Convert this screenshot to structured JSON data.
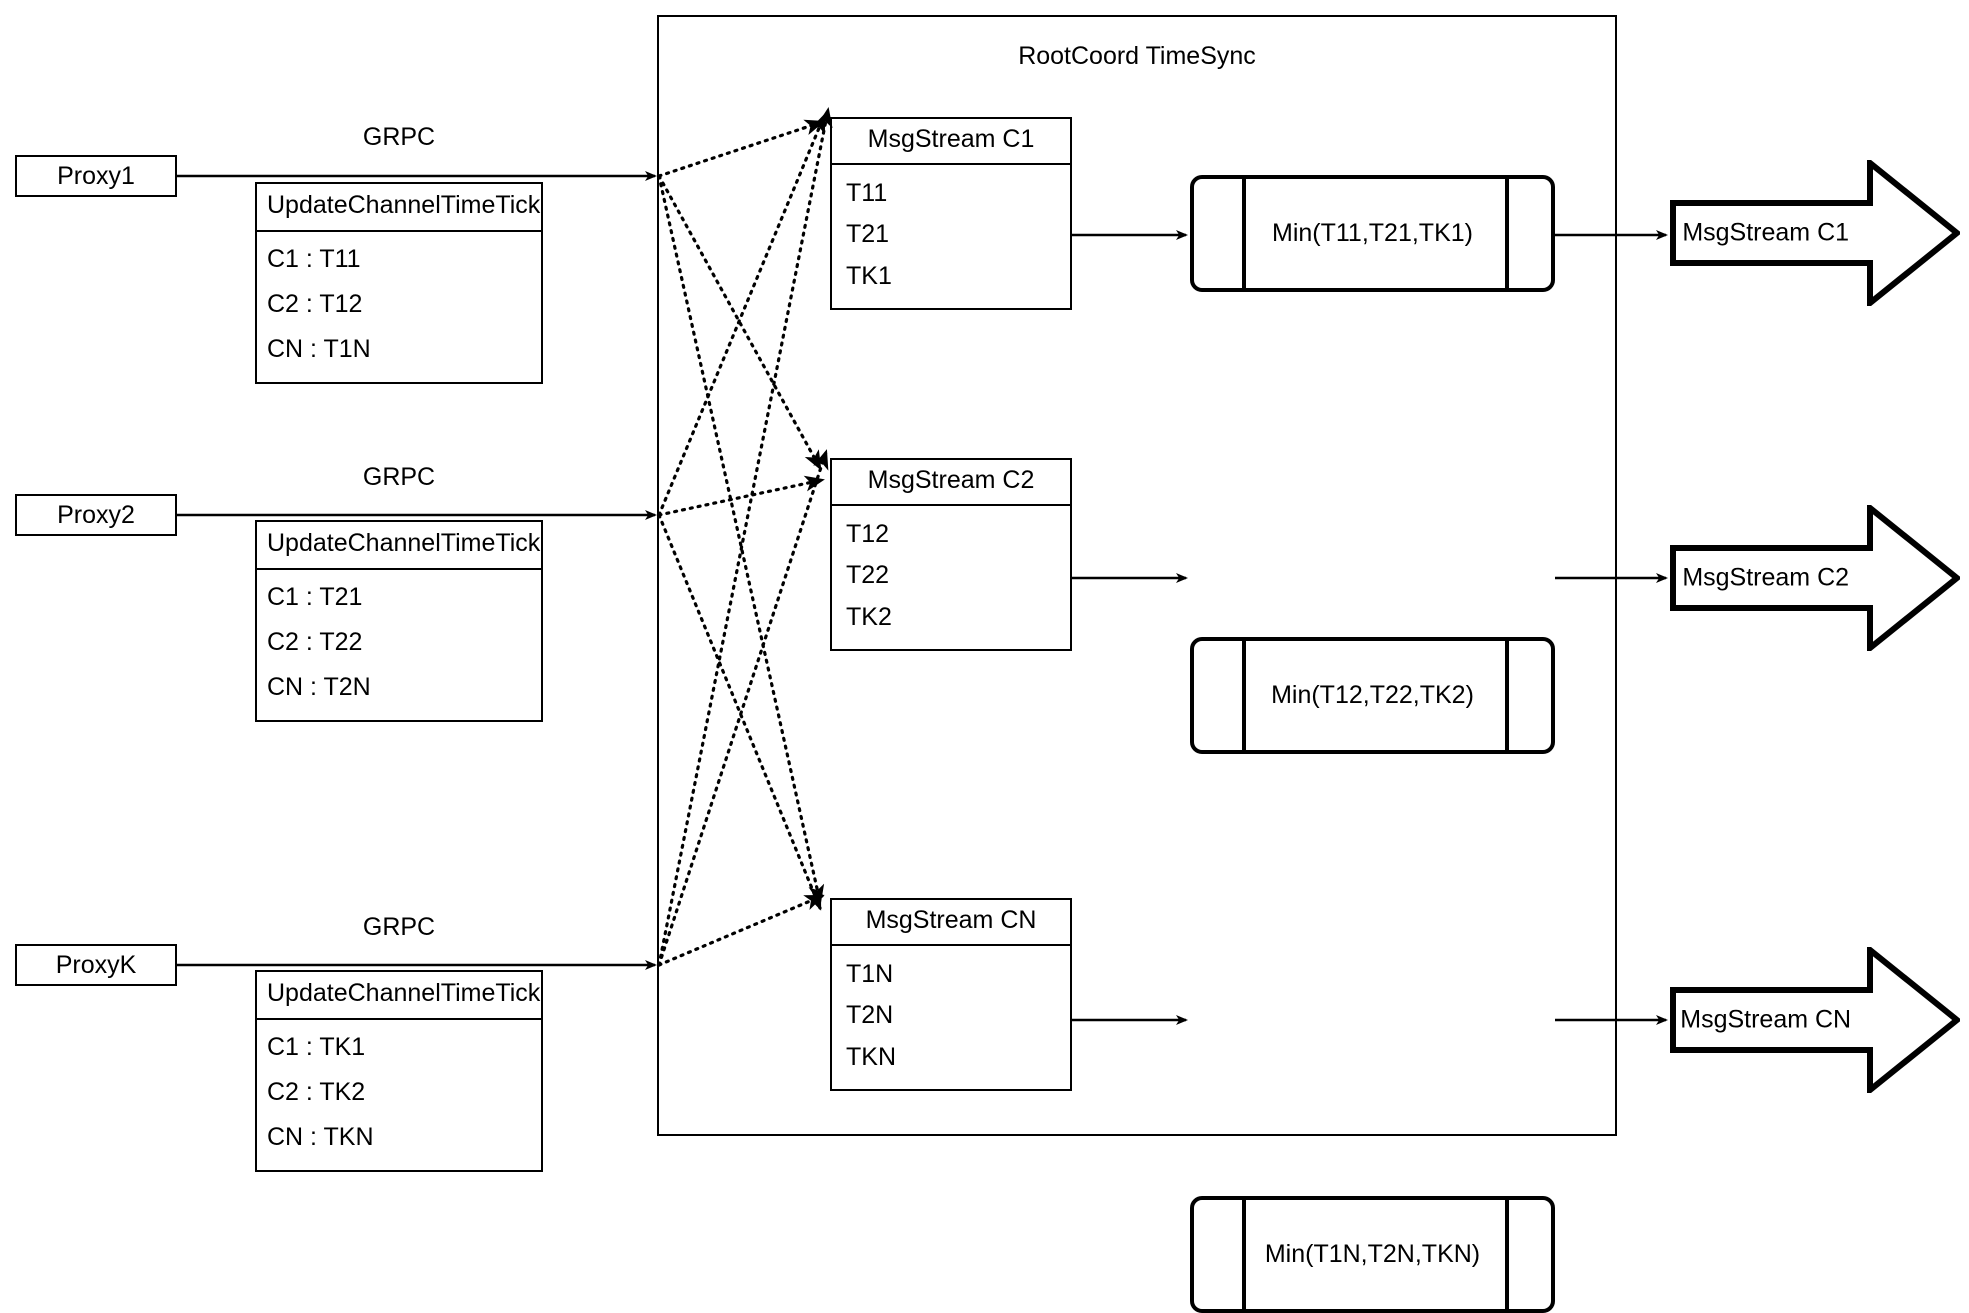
{
  "diagram": {
    "container": {
      "title": "RootCoord TimeSync"
    },
    "connector_label": "GRPC",
    "rows": [
      {
        "proxy": "Proxy1",
        "grpc": "GRPC",
        "update_table": {
          "header": "UpdateChannelTimeTick",
          "rows": [
            "C1 :  T11",
            "C2 :  T12",
            "CN : T1N"
          ]
        },
        "msgstream": {
          "header": "MsgStream C1",
          "rows": [
            "T11",
            "T21",
            "TK1"
          ]
        },
        "min": "Min(T11,T21,TK1)",
        "output": "MsgStream C1"
      },
      {
        "proxy": "Proxy2",
        "grpc": "GRPC",
        "update_table": {
          "header": "UpdateChannelTimeTick",
          "rows": [
            "C1 :  T21",
            "C2 :  T22",
            "CN : T2N"
          ]
        },
        "msgstream": {
          "header": "MsgStream C2",
          "rows": [
            "T12",
            "T22",
            "TK2"
          ]
        },
        "min": "Min(T12,T22,TK2)",
        "output": "MsgStream C2"
      },
      {
        "proxy": "ProxyK",
        "grpc": "GRPC",
        "update_table": {
          "header": "UpdateChannelTimeTick",
          "rows": [
            "C1 :  TK1",
            "C2 :  TK2",
            "CN : TKN"
          ]
        },
        "msgstream": {
          "header": "MsgStream CN",
          "rows": [
            "T1N",
            "T2N",
            "TKN"
          ]
        },
        "min": "Min(T1N,T2N,TKN)",
        "output": "MsgStream CN"
      }
    ],
    "colors": {
      "stroke": "#000000",
      "background": "#ffffff"
    }
  }
}
